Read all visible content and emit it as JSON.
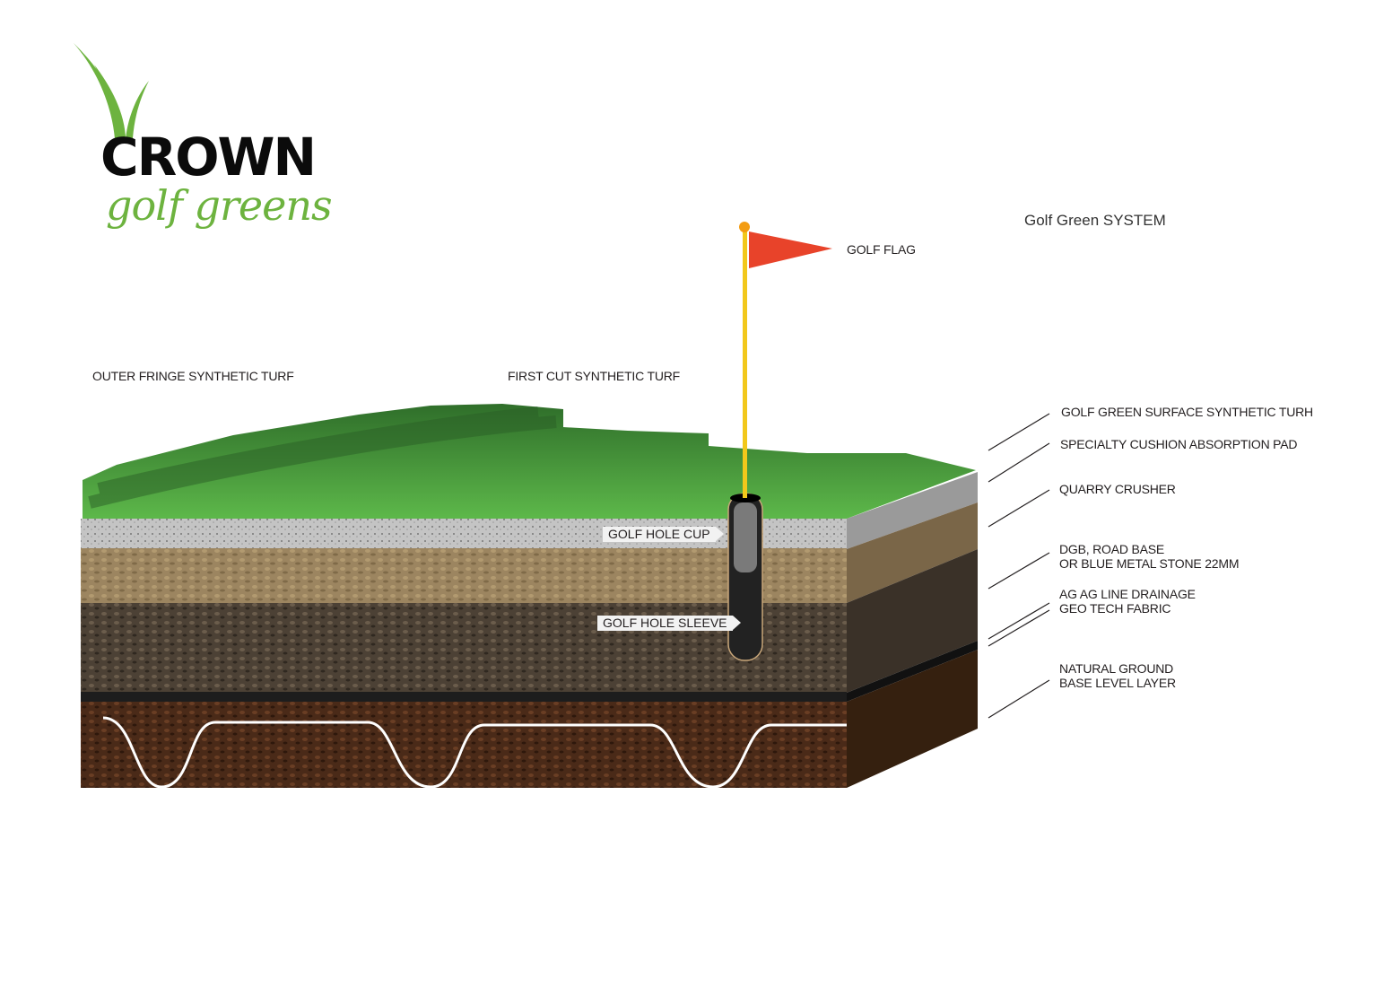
{
  "logo": {
    "word": "CROWN",
    "sub": "golf greens"
  },
  "title": "Golf Green SYSTEM",
  "labels": {
    "golf_flag": "GOLF FLAG",
    "outer_fringe": "OUTER FRINGE SYNTHETIC TURF",
    "first_cut": "FIRST CUT SYNTHETIC TURF",
    "hole_cup": "GOLF HOLE CUP",
    "hole_sleeve": "GOLF HOLE SLEEVE"
  },
  "layers": [
    {
      "lines": [
        "GOLF GREEN SURFACE SYNTHETIC TURH"
      ]
    },
    {
      "lines": [
        "SPECIALTY CUSHION ABSORPTION PAD"
      ]
    },
    {
      "lines": [
        "QUARRY CRUSHER"
      ]
    },
    {
      "lines": [
        "DGB, ROAD BASE",
        "OR BLUE METAL STONE 22MM"
      ]
    },
    {
      "lines": [
        "AG AG LINE DRAINAGE",
        "GEO TECH FABRIC"
      ]
    },
    {
      "lines": [
        "NATURAL GROUND",
        "BASE LEVEL LAYER"
      ]
    }
  ],
  "colors": {
    "grass": "#3e9a3a",
    "flag": "#e8432a",
    "pole": "#f2c81b",
    "gravel": "#b9b9b9",
    "tan": "#9c8560",
    "dark": "#4c4135",
    "soil": "#4a2a18",
    "brand_green": "#6db33f"
  }
}
